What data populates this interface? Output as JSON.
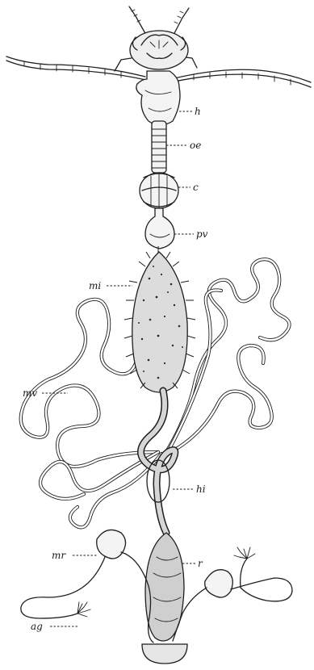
{
  "labels": {
    "h": "h",
    "oe": "oe",
    "c": "c",
    "pv": "pv",
    "mi": "mi",
    "mv": "mv",
    "hi": "hi",
    "mr": "mr",
    "r": "r",
    "ag": "ag"
  }
}
